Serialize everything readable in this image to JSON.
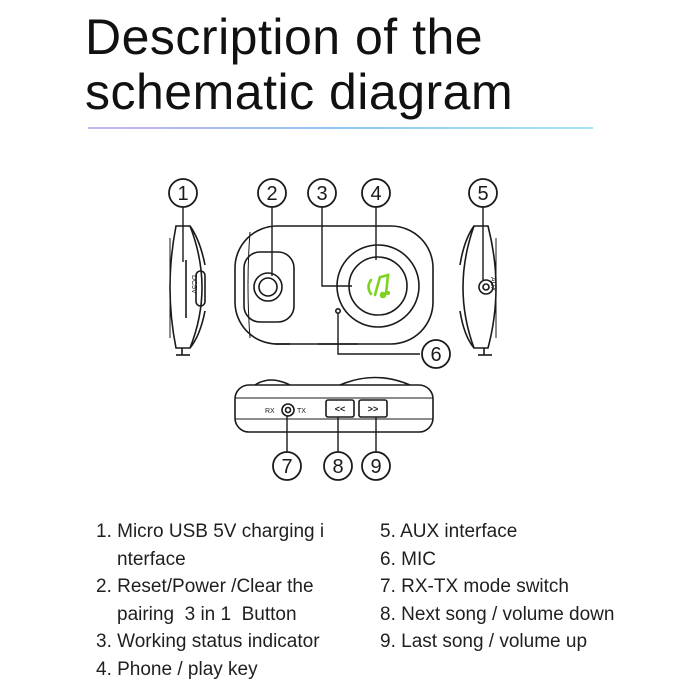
{
  "title": {
    "line1": "Description of the",
    "line2": "schematic diagram"
  },
  "colors": {
    "indicator": "#7ed321",
    "rule_start": "#c9b3f2",
    "rule_end": "#a6e4f4",
    "line": "#1a1a1a"
  },
  "diagram": {
    "callouts": [
      "1",
      "2",
      "3",
      "4",
      "5",
      "6",
      "7",
      "8",
      "9"
    ],
    "labels": {
      "dc5v": "DC5V",
      "aux": "AUX",
      "rx": "RX",
      "tx": "TX",
      "next": "<<",
      "prev": ">>"
    },
    "icons": {
      "phone_play": "phone-music-icon",
      "mic": "mic-hole-icon",
      "jack": "audio-jack-icon",
      "usb": "micro-usb-port-icon"
    }
  },
  "legend": {
    "left": [
      "1. Micro USB 5V charging i nterface",
      "2. Reset/Power /Clear the pairing  3 in 1  Button",
      "3. Working status indicator",
      "4. Phone / play key"
    ],
    "right": [
      "5. AUX interface",
      "6. MIC",
      "7. RX-TX mode switch",
      "8. Next song / volume down",
      "9. Last song / volume up"
    ]
  }
}
